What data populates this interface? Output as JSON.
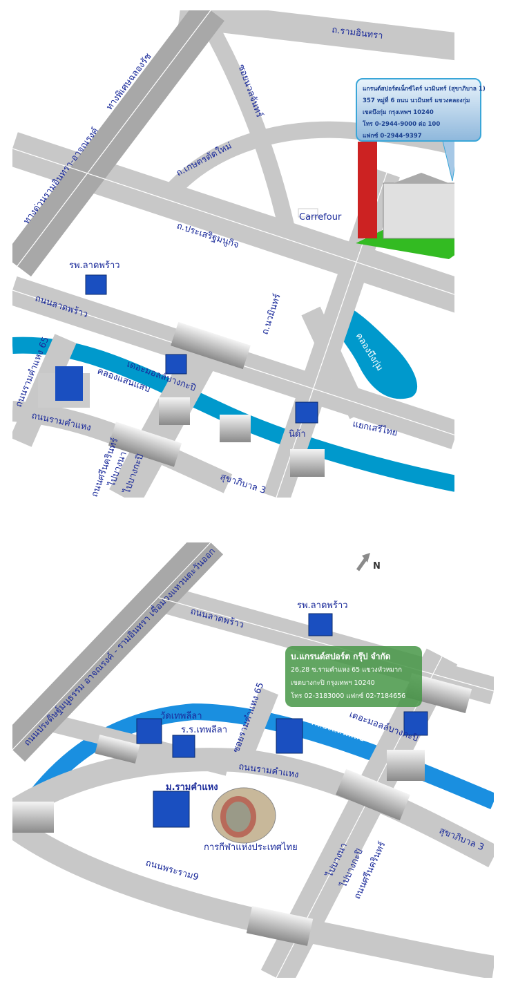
{
  "colors": {
    "road": "#c8c8c8",
    "expressway": "#a0a0a0",
    "canal": "#0099cc",
    "canal_bottom": "#1a8fe0",
    "building": "#1a4fc0",
    "label": "#1a2a9a",
    "lawn": "#33bb22",
    "info_top_border": "#3aa6d8",
    "info_bottom_bg": "#4a964a"
  },
  "top_map": {
    "info_box": {
      "lines": [
        "แกรนด์สปอร์ตเน็กซ์ไตร์ นวมินทร์ (สุขาภิบาล 1)",
        "357 หมู่ที่ 6 ถนน นวมินทร์ แขวงคลองกุ่ม",
        "เขตบึงกุ่ม กรุงเทพฯ 10240",
        "โทร 0-2944-9000 ต่อ 100",
        "แฟกซ์ 0-2944-9397"
      ]
    },
    "labels": {
      "ramintra": "ถ.รามอินทรา",
      "expressway": "ทางด่วนรามอินทรา-อาจณรงค์",
      "chalongrat": "ทางพิเศษฉลองรัช",
      "nuanchan": "ซอยนวลจันทร์",
      "kaset": "ถ.เกษตรตัดใหม่",
      "prasert": "ถ.ประเสริฐมนูกิจ",
      "ladprao_hosp": "รพ.ลาดพร้าว",
      "ladprao_rd": "ถนนลาดพร้าว",
      "nawamin": "ถ.นวมินทร์",
      "bueng_kum": "คลองบึงกุ่ม",
      "ram65": "ถนนรามคำแหง 65",
      "mall": "เดอะมอลล์บางกะปิ",
      "saen_saep": "คลองแสนแสบ",
      "ramkhamhaeng": "ถนนรามคำแหง",
      "srinakarin": "ถนนศรีนครินทร์",
      "to_bangna": "ไปบางนา",
      "to_bangkapi": "ไปบางกะปิ",
      "sukhapiban3": "สุขาภิบาล 3",
      "nida": "นิด้า",
      "serithai": "แยกเสรีไทย",
      "carrefour": "Carrefour"
    }
  },
  "bottom_map": {
    "north_label": "N",
    "info_box": {
      "lines": [
        "บ.แกรนด์สปอร์ต กรุ๊ป จำกัด",
        "26,28 ซ.รามคำแหง 65 แขวงหัวหมาก",
        "เขตบางกะปิ กรุงเทพฯ 10240",
        "โทร 02-3183000 แฟกซ์ 02-7184656"
      ]
    },
    "labels": {
      "expressway": "ถนนประดิษฐ์มนูธรรม อาจณรงค์ - รามอินทรา เชื่อมวงแหวนตะวันออก",
      "ladprao_rd": "ถนนลาดพร้าว",
      "ladprao_hosp": "รพ.ลาดพร้าว",
      "wat_thepleela": "วัดเทพลีลา",
      "school_thepleela": "ร.ร.เทพลีลา",
      "soi_ram65": "ซอยรามคำแหง 65",
      "saen_saep": "คลองแสนแสบ",
      "mall": "เดอะมอลล์บางกะปิ",
      "ramkhamhaeng": "ถนนรามคำแหง",
      "ru": "ม.รามคำแหง",
      "stadium": "การกีฬาแห่งประเทศไทย",
      "rama9": "ถนนพระราม9",
      "to_bangna": "ไปบางนา",
      "to_bangkapi": "ไปบางกะปิ",
      "srinakarin": "ถนนศรีนครินทร์",
      "sukhapiban3": "สุขาภิบาล 3"
    }
  }
}
